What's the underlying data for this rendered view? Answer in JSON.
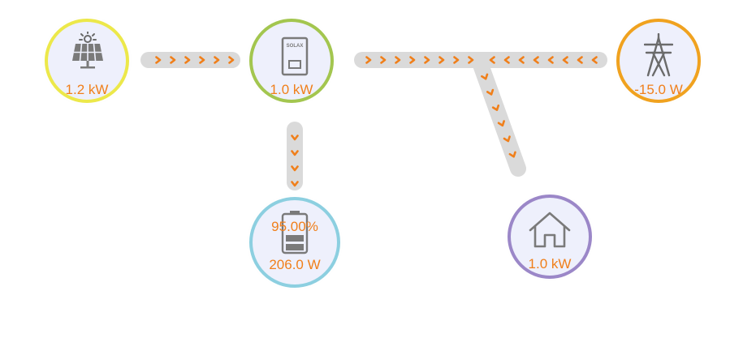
{
  "nodes": {
    "solar": {
      "label": "1.2 kW",
      "color": "#ece84a",
      "icon": "solar-panel-icon"
    },
    "inverter": {
      "label": "1.0 kW",
      "color": "#a3c64f",
      "icon": "inverter-icon",
      "brand": "SOLAX"
    },
    "grid": {
      "label": "-15.0 W",
      "color": "#f0a21f",
      "icon": "power-pylon-icon"
    },
    "battery": {
      "soc": "95.00%",
      "power": "206.0 W",
      "color": "#8ccfe0",
      "icon": "battery-icon"
    },
    "home": {
      "label": "1.0 kW",
      "color": "#9b87c8",
      "icon": "house-icon"
    }
  },
  "flow_colors": {
    "pipe": "#dadada",
    "arrow": "#f07f1a"
  }
}
